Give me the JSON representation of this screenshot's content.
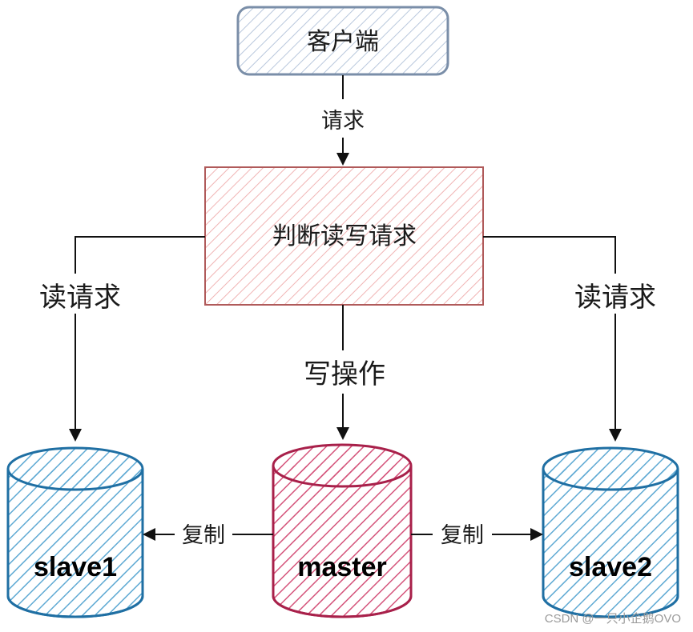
{
  "nodes": {
    "client": "客户端",
    "router": "判断读写请求",
    "slave1": "slave1",
    "master": "master",
    "slave2": "slave2"
  },
  "edges": {
    "client_to_router": "请求",
    "router_to_slave1": "读请求",
    "router_to_master": "写操作",
    "router_to_slave2": "读请求",
    "master_to_slave1": "复制",
    "master_to_slave2": "复制"
  },
  "watermark": "CSDN @一只小企鹅OVO",
  "colors": {
    "client_stroke": "#7a8ea8",
    "client_hatch": "#b8c7dc",
    "router_stroke": "#b05a5a",
    "router_hatch": "#f0b3b3",
    "slave_stroke": "#1f6fa3",
    "slave_hatch": "#5ea9d3",
    "master_stroke": "#a8204a",
    "master_hatch": "#d4537a",
    "line": "#111111"
  }
}
